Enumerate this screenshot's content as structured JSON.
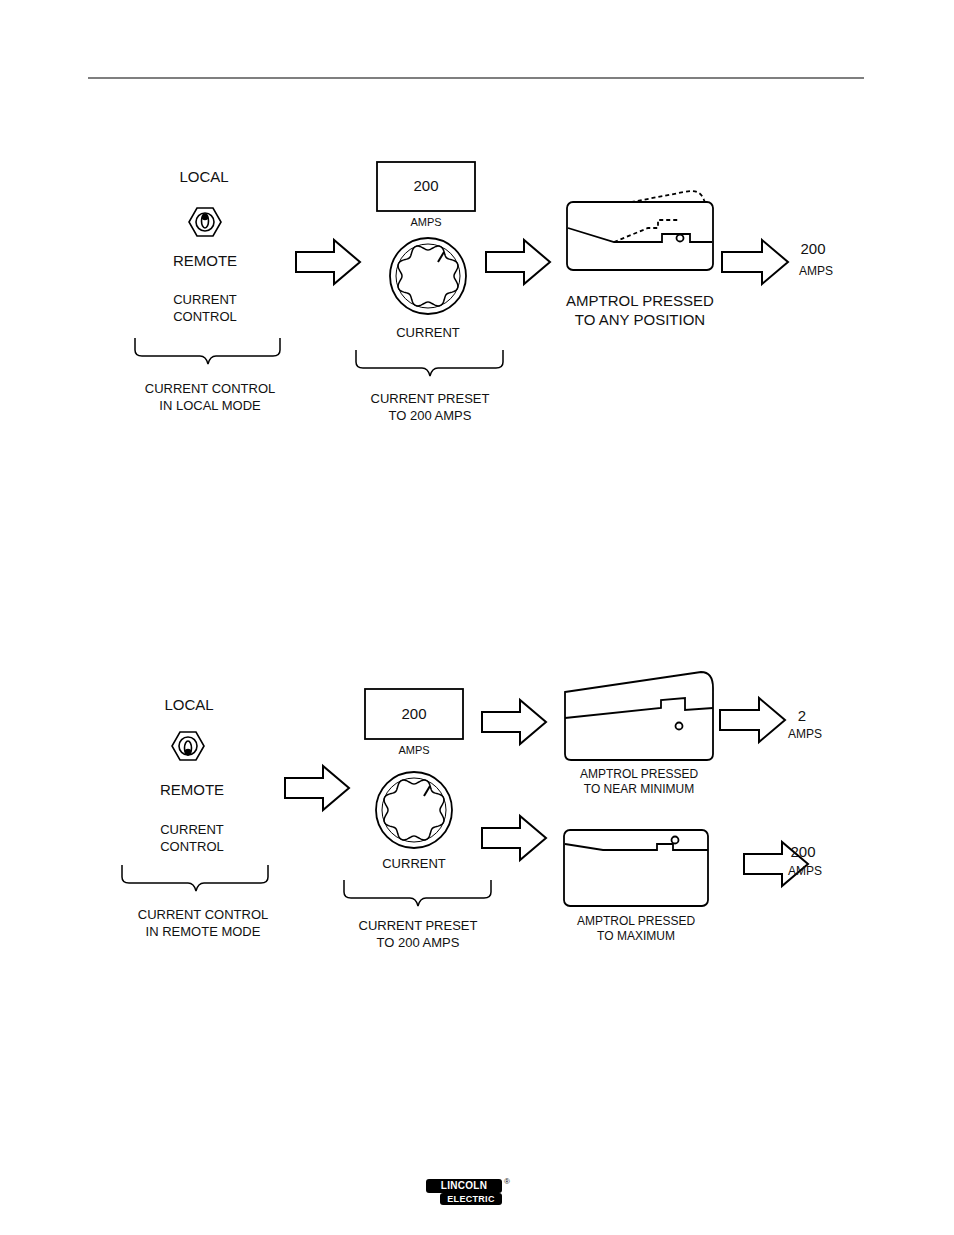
{
  "diagram": {
    "nodes": [
      {
        "text": [
          "200",
          "AMPS"
        ]
      },
      {
        "text": [
          "CURRENT"
        ]
      },
      {
        "text": [
          "AMPTROL PRESSED TO ANY POSITION"
        ]
      },
      {
        "text": [
          "200",
          "AMPS"
        ]
      },
      {
        "text": [
          "CURRENT"
        ]
      },
      {
        "text": [
          "AMPTROL PRESSED TO NEAR MINIMUM"
        ]
      },
      {
        "text": [
          "AMPTROL PRESSED TO MAXIMUM"
        ]
      }
    ],
    "edges": [
      {
        "from": 1,
        "to": 2,
        "arrow": "to"
      },
      {
        "from": 3,
        "to": 5,
        "arrow": "to"
      },
      {
        "from": 4,
        "to": 6,
        "arrow": "to"
      }
    ],
    "labels": [
      "LOCAL",
      "REMOTE",
      "CURRENT CONTROL",
      "CURRENT CONTROL IN LOCAL MODE",
      "CURRENT PRESET TO 200 AMPS",
      "200",
      "AMPS",
      "LOCAL",
      "REMOTE",
      "CURRENT CONTROL",
      "CURRENT CONTROL IN REMOTE MODE",
      "CURRENT PRESET TO 200 AMPS",
      "2",
      "AMPS",
      "200",
      "AMPS",
      "LINCOLN",
      "ELECTRIC",
      "®"
    ]
  }
}
